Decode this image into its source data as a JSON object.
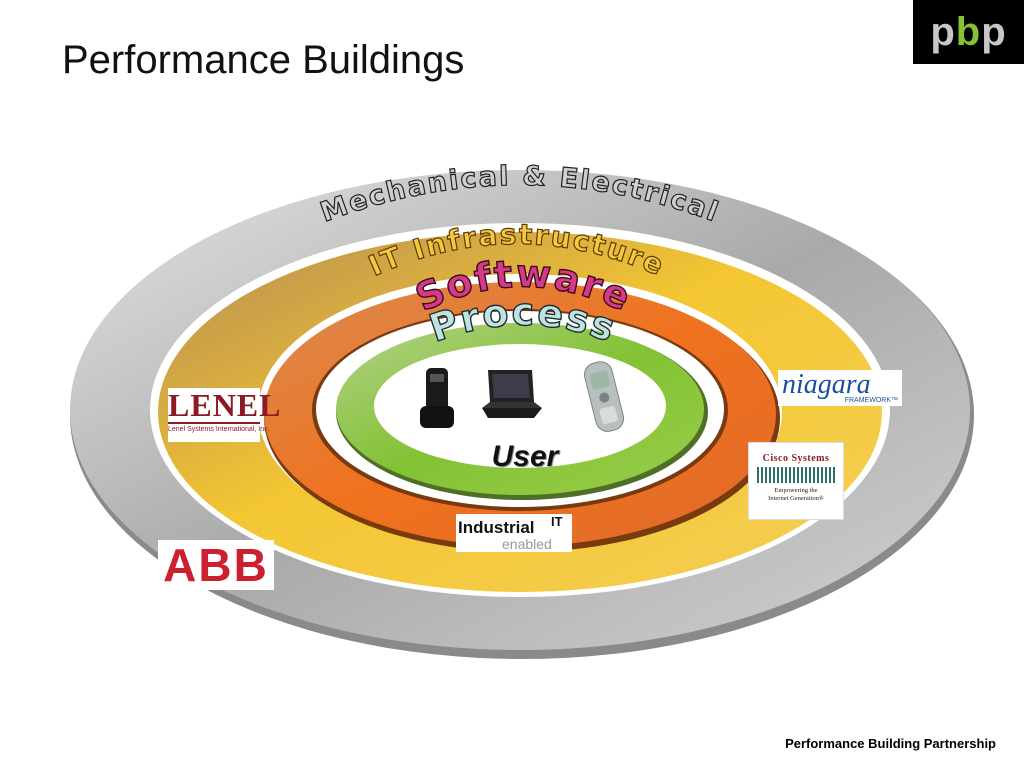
{
  "slide": {
    "title": "Performance Buildings",
    "footer": "Performance Building Partnership",
    "corner_logo": {
      "p1": "p",
      "b": "b",
      "p2": "p",
      "colors": {
        "p": "#c7c7c7",
        "b": "#86c232"
      }
    }
  },
  "rings": [
    {
      "label": "Mechanical & Electrical",
      "color": "#b9b9b9"
    },
    {
      "label": "IT Infrastructure",
      "color": "#f2c23a"
    },
    {
      "label": "Software",
      "color": "#f07828"
    },
    {
      "label": "Process",
      "color": "#8cc63f"
    }
  ],
  "center": {
    "label": "User",
    "devices": [
      "phone-icon",
      "laptop-icon",
      "mobile-phone-icon"
    ]
  },
  "logos": {
    "lenel": {
      "name": "LENEL",
      "subtitle": "Lenel Systems International, Inc."
    },
    "abb": {
      "name": "ABB"
    },
    "niagara": {
      "name": "niagara",
      "subtitle": "FRAMEWORK™"
    },
    "cisco": {
      "name": "Cisco Systems",
      "tagline_1": "Empowering the",
      "tagline_2": "Internet Generation®"
    },
    "industrial_it": {
      "word": "Industrial",
      "sup": "IT",
      "sub": "enabled"
    }
  }
}
